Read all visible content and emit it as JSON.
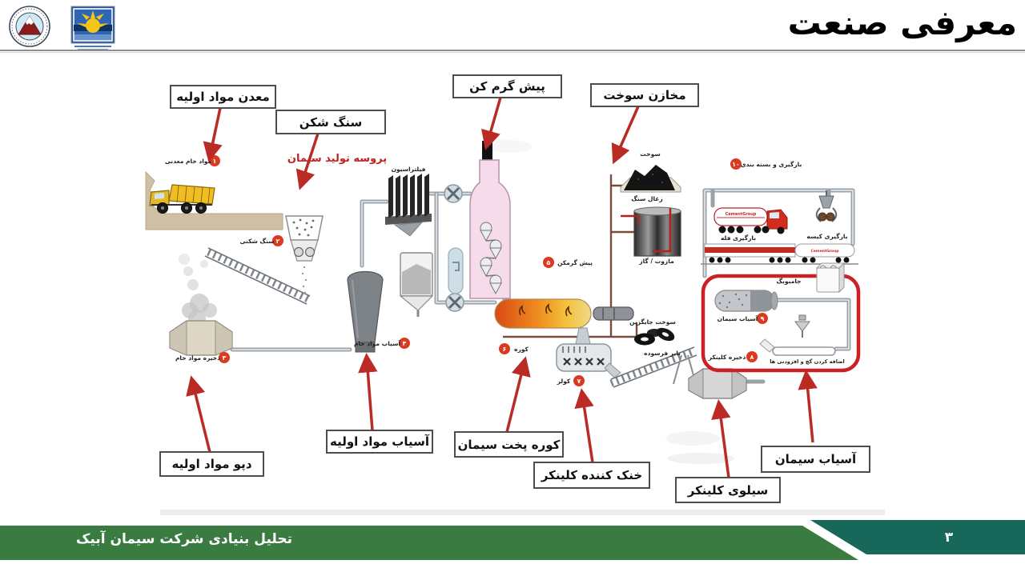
{
  "header": {
    "title": "معرفی صنعت",
    "logos": {
      "left_round_logo": "abyek-cement-round-logo",
      "sun_logo": "investment-company-sun-logo"
    }
  },
  "footer": {
    "text": "تحلیل بنیادی شرکت سیمان آبیک",
    "page_number": "۳",
    "green": "#3a7b41",
    "teal": "#17685a"
  },
  "diagram": {
    "process_title": "پروسه تولید سیمان",
    "brand": "CementGroup",
    "boxes": [
      {
        "id": "raw-material-mine",
        "label": "معدن مواد اولیه"
      },
      {
        "id": "stone-crusher",
        "label": "سنگ شکن"
      },
      {
        "id": "preheater",
        "label": "پیش گرم کن"
      },
      {
        "id": "fuel-tanks",
        "label": "مخازن سوخت"
      },
      {
        "id": "raw-material-depot",
        "label": "دپو مواد اولیه"
      },
      {
        "id": "raw-material-mill",
        "label": "آسیاب مواد اولیه"
      },
      {
        "id": "cement-kiln",
        "label": "کوره پخت سیمان"
      },
      {
        "id": "clinker-cooler",
        "label": "خنک کننده کلینکر"
      },
      {
        "id": "clinker-silo",
        "label": "سیلوی کلینکر"
      },
      {
        "id": "cement-mill",
        "label": "آسیاب سیمان"
      }
    ],
    "steps": [
      {
        "num": "۱",
        "label": "مواد خام معدنی"
      },
      {
        "num": "۲",
        "label": "سنگ شکنی"
      },
      {
        "num": "۳",
        "label": "ذخیره مواد خام"
      },
      {
        "num": "۴",
        "label": "آسیاب مواد خام"
      },
      {
        "num": "۵",
        "label": "پیش گرمکن"
      },
      {
        "num": "۶",
        "label": "کوره"
      },
      {
        "num": "۷",
        "label": "کولر"
      },
      {
        "num": "۸",
        "label": "ذخیره کلینکر"
      },
      {
        "num": "۹",
        "label": "آسیاب سیمان"
      },
      {
        "num": "۱۰",
        "label": "بارگیری و بسته بندی"
      }
    ],
    "small_labels": {
      "filtration": "فیلتراسیون",
      "fuel": "سوخت",
      "coal": "زغال سنگ",
      "mazut_gas": "مازوت / گاز",
      "alt_fuel": "سوخت جایگزین",
      "used_tires": "تایر فرسوده",
      "bulk_loading": "بارگیری فله",
      "bag_loading": "بارگیری کیسه",
      "jumbo_bag": "جامبوبگ",
      "additives": "اضافه کردن گچ و افزودنی ها"
    }
  }
}
